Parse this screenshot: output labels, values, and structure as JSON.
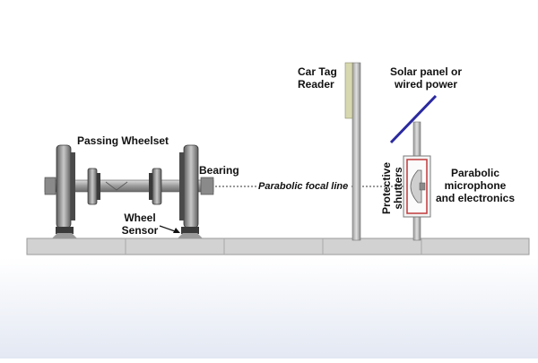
{
  "labels": {
    "passing_wheelset": "Passing Wheelset",
    "bearing": "Bearing",
    "wheel_sensor_line1": "Wheel",
    "wheel_sensor_line2": "Sensor",
    "parabolic_focal_line": "Parabolic focal line",
    "car_tag_reader_line1": "Car Tag",
    "car_tag_reader_line2": "Reader",
    "solar_panel_line1": "Solar panel or",
    "solar_panel_line2": "wired power",
    "protective_shutters_line1": "Protective",
    "protective_shutters_line2": "shutters",
    "parabolic_mic_line1": "Parabolic",
    "parabolic_mic_line2": "microphone",
    "parabolic_mic_line3": "and electronics"
  },
  "colors": {
    "ground": "#d2d2d2",
    "metal": "#8c8c8c",
    "dark_metal": "#3a3a3a",
    "solar_panel": "#2b2aa0",
    "shutter_outline": "#c0393b",
    "tag_reader": "#d8d8b0",
    "background_fade": "#e8ecf5"
  }
}
